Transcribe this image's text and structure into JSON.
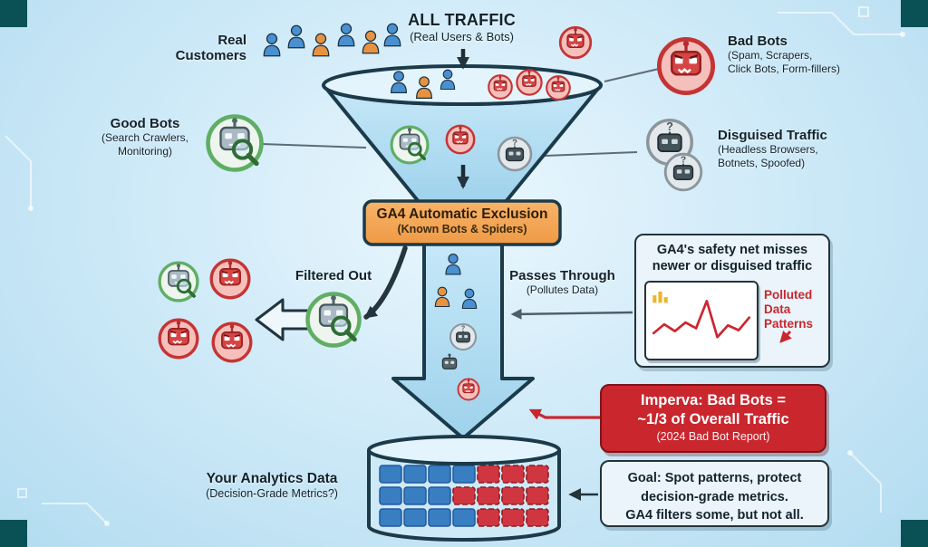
{
  "palette": {
    "background": "#cdeaf8",
    "funnel_fill": "#aedcf2",
    "outline": "#22343c",
    "orange_band": "#f5a855",
    "alert_red": "#c9262e",
    "blue_cell": "#3a7ec2",
    "red_cell": "#cf3640",
    "person_blue": "#4a90d0",
    "person_orange": "#e8923f",
    "good_green": "#5fae64"
  },
  "icons": {
    "real_user": "person-icon",
    "bad_bot": "angry-robot-icon",
    "good_bot": "robot-magnifier-icon",
    "disguised_bot": "masked-robot-icon",
    "database": "database-cylinder-icon",
    "polluted_chart": "line-chart-icon",
    "bar_chart": "bar-chart-icon"
  },
  "header": {
    "title": "ALL TRAFFIC",
    "subtitle": "(Real Users & Bots)"
  },
  "sources": {
    "real_customers": {
      "line1": "Real",
      "line2": "Customers"
    },
    "bad_bots": {
      "title": "Bad Bots",
      "sub1": "(Spam, Scrapers,",
      "sub2": "Click Bots, Form-fillers)"
    },
    "good_bots": {
      "title": "Good Bots",
      "sub1": "(Search Crawlers,",
      "sub2": "Monitoring)"
    },
    "disguised": {
      "title": "Disguised Traffic",
      "sub1": "(Headless Browsers,",
      "sub2": "Botnets, Spoofed)"
    }
  },
  "funnel": {
    "exclusion": {
      "title": "GA4 Automatic Exclusion",
      "subtitle": "(Known Bots & Spiders)"
    },
    "filtered_out": "Filtered Out",
    "passes_through": {
      "title": "Passes Through",
      "subtitle": "(Pollutes Data)"
    }
  },
  "callouts": {
    "safety": {
      "line1": "GA4's safety net misses",
      "line2": "newer or disguised traffic",
      "polluted1": "Polluted",
      "polluted2": "Data",
      "polluted3": "Patterns",
      "sparkline": [
        30,
        48,
        34,
        52,
        40,
        96,
        22,
        46,
        36,
        62
      ]
    },
    "imperva": {
      "line1": "Imperva: Bad Bots =",
      "line2": "~1/3 of Overall Traffic",
      "line3": "(2024 Bad Bot Report)"
    },
    "goal": {
      "line1": "Goal: Spot patterns, protect",
      "line2": "decision-grade metrics.",
      "line3": "GA4 filters some, but not all."
    }
  },
  "storage": {
    "title": "Your Analytics Data",
    "subtitle": "(Decision-Grade Metrics?)"
  }
}
